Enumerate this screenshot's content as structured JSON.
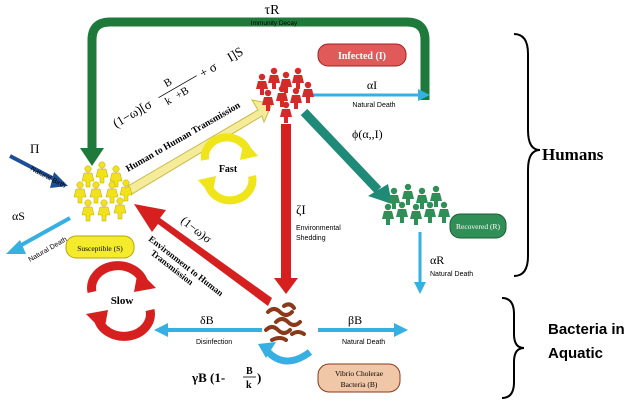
{
  "colors": {
    "green_arrow": "#1e7a3a",
    "teal_arrow": "#1f8a78",
    "red_arrow": "#d62020",
    "blue_arrow": "#36b0e2",
    "yellow_arrow": "#f5ec9a",
    "infected_red": "#d42a2a",
    "recovered_green": "#2f8f56",
    "susceptible_yellow": "#f2e21c",
    "bacteria_brown": "#8a3a1a"
  },
  "icons": {
    "people_infected": "red-people-icon",
    "people_susceptible": "yellow-people-icon",
    "people_recovered": "green-people-icon",
    "bacteria": "bacteria-icon",
    "fast": "yellow-cycle-arrows-icon",
    "slow": "red-cycle-arrows-icon"
  },
  "top": {
    "tau_r": "τR",
    "immunity_decay": "Immunity Decay"
  },
  "compartments": {
    "infected": "Infected (I)",
    "susceptible": "Susceptible (S)",
    "recovered": "Recovered (R)",
    "bacteria_line1": "Vibrio Cholerae",
    "bacteria_line2": "Bacteria (B)"
  },
  "flows": {
    "pi": "Π",
    "natural_birth": "Natural Birth",
    "alpha_s": "αS",
    "natural_death_s": "Natural Death",
    "alpha_i": "αI",
    "natural_death_i": "Natural Death",
    "phi": "ϕ(α,,I)",
    "alpha_r": "αR",
    "natural_death_r": "Natural Death",
    "zeta_i": "ζI",
    "env_shedding_1": "Environmental",
    "env_shedding_2": "Shedding",
    "delta_b": "δB",
    "disinfection": "Disinfection",
    "beta_b": "βB",
    "natural_death_b": "Natural Death",
    "h2h_label": "Human to Human Transmission",
    "h2h_formula_a": "(1−ω)[σ",
    "h2h_formula_b": "B",
    "h2h_formula_c": "k",
    "h2h_formula_d": "+B",
    "h2h_formula_e": "+ σ",
    "h2h_formula_f": "I]S",
    "e2h_formula": "(1−ω)σ",
    "e2h_label_1": "Environment to Human",
    "e2h_label_2": "Transmission",
    "fast": "Fast",
    "slow": "Slow",
    "growth_a": "γB (1-",
    "growth_b": "B",
    "growth_c": "k",
    "growth_d": ")"
  },
  "groups": {
    "humans": "Humans",
    "bacteria_1": "Bacteria in",
    "bacteria_2": "Aquatic"
  }
}
